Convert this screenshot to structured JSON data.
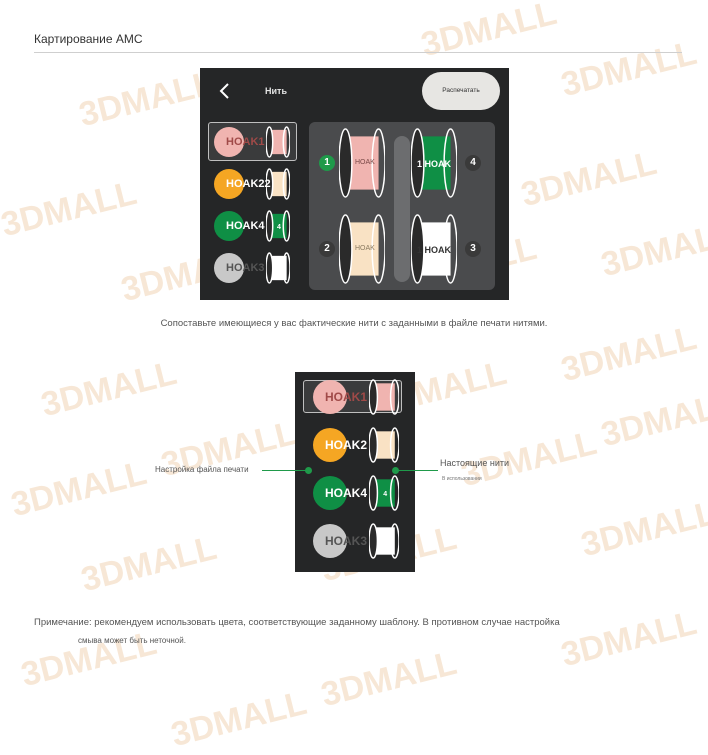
{
  "page": {
    "title": "Картирование АМС",
    "caption": "Сопоставьте имеющиеся у вас фактические нити с заданными в файле печати нитями.",
    "note_line1": "Примечание: рекомендуем использовать цвета, соответствующие заданному шаблону. В противном случае настройка",
    "note_line2": "смыва может быть неточной.",
    "watermark": "3DMALL"
  },
  "screen1": {
    "title": "Нить",
    "print_button": "Распечатать",
    "back_icon": "chevron-left-icon",
    "file_filaments": [
      {
        "label": "HOAK1",
        "color": "#f0b4b0",
        "text_color": "#a04a48",
        "spool_color": "#f0b4b0",
        "spool_text": "",
        "selected": true
      },
      {
        "label": "HOAK22",
        "color": "#f5a623",
        "text_color": "#ffffff",
        "spool_color": "#f9e2c4",
        "spool_text": "",
        "selected": false
      },
      {
        "label": "HOAK4",
        "color": "#0f8f45",
        "text_color": "#ffffff",
        "spool_color": "#0f8f45",
        "spool_text": "4",
        "selected": false
      },
      {
        "label": "HOAK3",
        "color": "#c8c8c8",
        "text_color": "#555555",
        "spool_color": "#ffffff",
        "spool_text": "",
        "selected": false
      }
    ],
    "ams_slots": [
      {
        "number": "1",
        "label": "HOAK",
        "color": "#f0b4b0",
        "text_color": "#7a4a48",
        "badge_color": "#1f9a4a"
      },
      {
        "number": "4",
        "label": "1 HOAK",
        "color": "#0f8f45",
        "text_color": "#ffffff",
        "badge_color": "#3a3a3a"
      },
      {
        "number": "2",
        "label": "HOAK",
        "color": "#f9e2c4",
        "text_color": "#8a7a60",
        "badge_color": "#3a3a3a"
      },
      {
        "number": "3",
        "label": "1 HOAK",
        "color": "#ffffff",
        "text_color": "#333333",
        "badge_color": "#3a3a3a"
      }
    ]
  },
  "screen2": {
    "filaments": [
      {
        "label": "HOAK1",
        "color": "#f0b4b0",
        "text_color": "#a04a48",
        "spool_color": "#f0b4b0",
        "spool_text": "",
        "selected": true
      },
      {
        "label": "HOAK2",
        "color": "#f5a623",
        "text_color": "#ffffff",
        "spool_color": "#f9e2c4",
        "spool_text": "",
        "selected": false
      },
      {
        "label": "HOAK4",
        "color": "#0f8f45",
        "text_color": "#ffffff",
        "spool_color": "#0f8f45",
        "spool_text": "4",
        "selected": false
      },
      {
        "label": "HOAK3",
        "color": "#c8c8c8",
        "text_color": "#555555",
        "spool_color": "#ffffff",
        "spool_text": "",
        "selected": false
      }
    ],
    "left_callout": "Настройка файла печати",
    "right_callout": "Настоящие нити",
    "right_callout_sub": "В использовании",
    "accent": "#1f9a4a"
  }
}
